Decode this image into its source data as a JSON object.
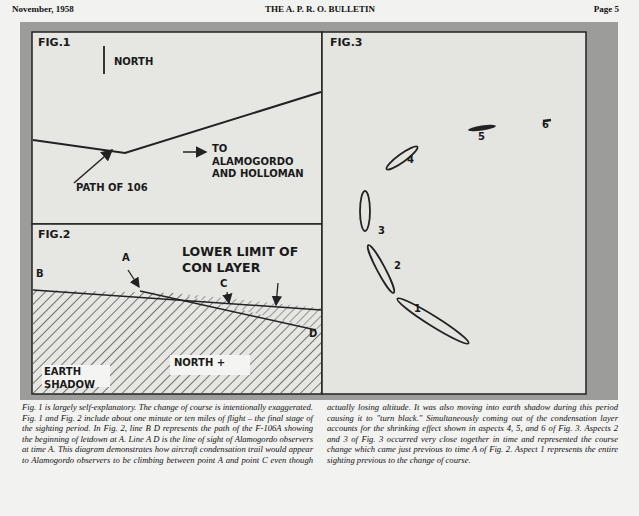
{
  "diagram": {
    "title": "THE A. P. R. O. BULLETIN",
    "caption": "Fig. 1 is largely self-explanatory. The change of course is intentionally exaggerated. Fig. 1 and Fig. 2 include about one minute or ten miles of flight – the final stage of the sighting period. In Fig. 2, line B D represents the path of the F-106A showing the beginning of letdown at A. Line A D is the line of sight of Alamogordo observers at time A. This diagram demonstrates how aircraft condensation trail would appear to Alamogordo observers to be climbing between point A and point C even though actually losing altitude. It was also moving into earth shadow during this period causing it to \"turn black.\" Simultaneously coming out of the condensation layer accounts for the shrinking effect shown in aspects 4, 5, and 6 of Fig. 3. Aspects 2 and 3 of Fig. 3 occurred very close together in time and represented the course change which came just previous to time A of Fig. 2. Aspect 1 represents the entire sighting previous to the change of course.",
    "nodes": [
      {
        "text": [
          "FIG.1",
          "NORTH",
          "PATH OF 106",
          "TO ALAMOGORDO AND HOLLOMAN"
        ]
      },
      {
        "text": [
          "FIG.2",
          "A",
          "B",
          "C",
          "D",
          "LOWER LIMIT OF CON LAYER",
          "EARTH SHADOW",
          "NORTH +"
        ]
      },
      {
        "text": [
          "FIG.3",
          "1",
          "2",
          "3",
          "4",
          "5",
          "6"
        ]
      }
    ],
    "labels": [
      "November, 1958",
      "Page 5"
    ]
  }
}
